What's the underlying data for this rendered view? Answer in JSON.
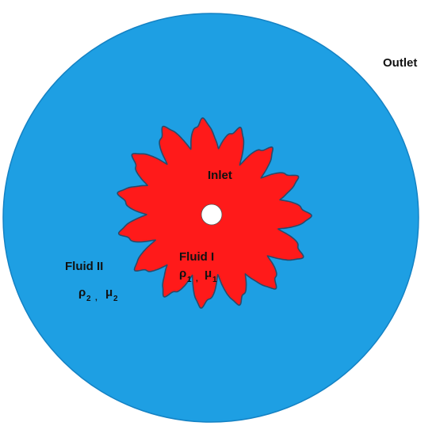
{
  "labels": {
    "outlet": "Outlet",
    "inlet": "Inlet",
    "fluid_1": "Fluid I",
    "fluid_2": "Fluid II",
    "rho": "ρ",
    "mu": "μ",
    "sub_1": "1",
    "sub_2": "2",
    "separator": ","
  },
  "colors": {
    "outer_fluid": "#1e9fe3",
    "outer_edge": "#1482c4",
    "inner_fluid": "#ff1a1a",
    "inner_edge": "#2a4a6a",
    "inlet_hole": "#ffffff"
  }
}
